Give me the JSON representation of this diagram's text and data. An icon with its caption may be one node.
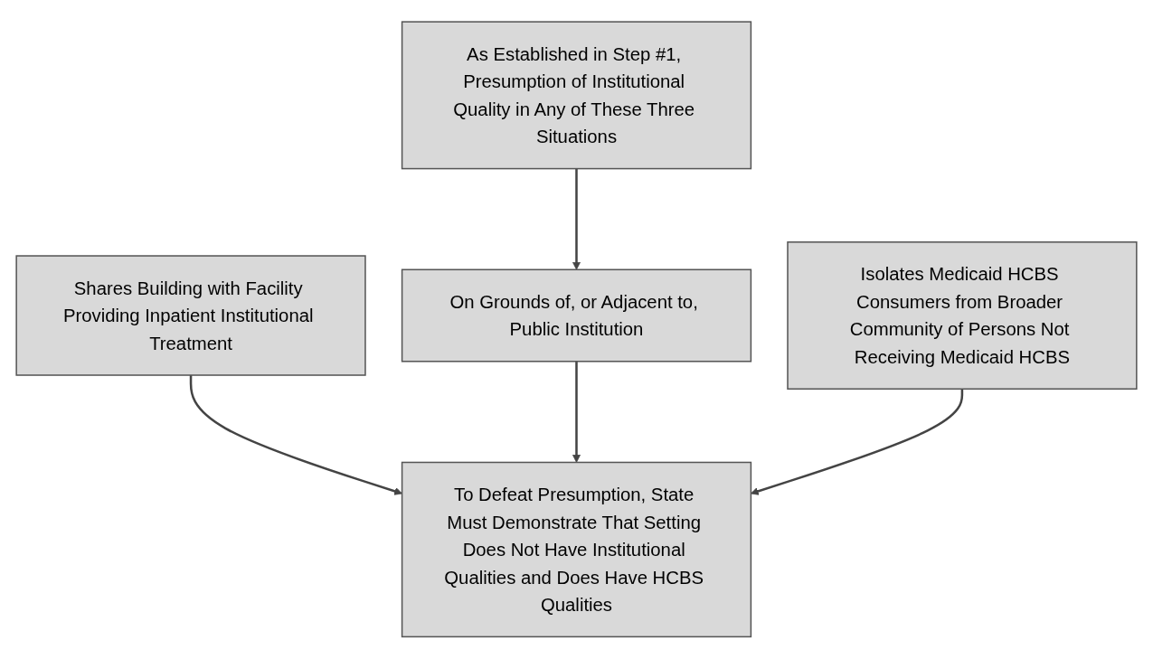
{
  "diagram": {
    "nodes": [
      {
        "text": [
          "As Established in Step #1, Presumption of Institutional Quality in Any of These Three Situations"
        ]
      },
      {
        "text": [
          "Shares Building with Facility Providing Inpatient Institutional Treatment"
        ]
      },
      {
        "text": [
          "On Grounds of, or Adjacent to, Public Institution"
        ]
      },
      {
        "text": [
          "Isolates Medicaid HCBS Consumers from Broader Community of Persons Not Receiving Medicaid HCBS"
        ]
      },
      {
        "text": [
          "To Defeat Presumption, State Must Demonstrate That Setting Does Not Have Institutional Qualities and Does Have HCBS Qualities"
        ]
      }
    ],
    "edges": [
      {
        "from": 0,
        "to": 2,
        "arrow": "to"
      },
      {
        "from": 1,
        "to": 4,
        "arrow": "to"
      },
      {
        "from": 2,
        "to": 4,
        "arrow": "to"
      },
      {
        "from": 3,
        "to": 4,
        "arrow": "to"
      }
    ]
  }
}
